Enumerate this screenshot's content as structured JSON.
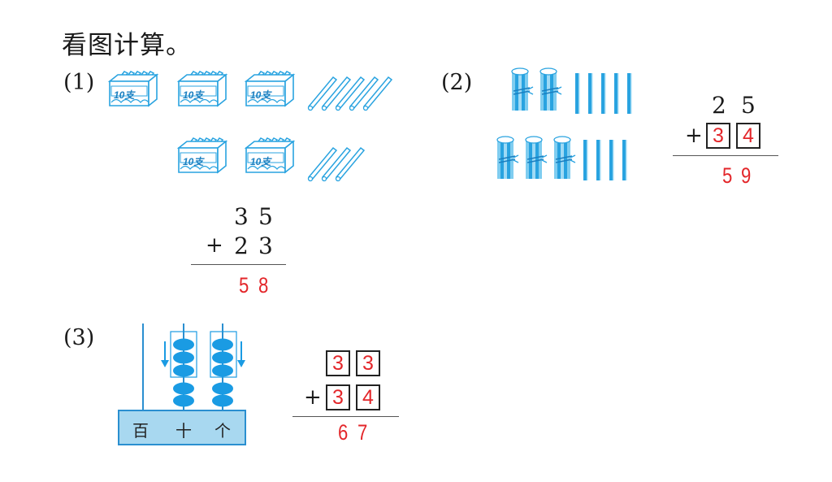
{
  "title": "看图计算。",
  "problems": [
    {
      "label": "(1)",
      "pack_text": "10支",
      "addend1": [
        "3",
        "5"
      ],
      "addend2": [
        "2",
        "3"
      ],
      "operator": "+",
      "answer": [
        "5",
        "8"
      ]
    },
    {
      "label": "(2)",
      "addend1": [
        "2",
        "5"
      ],
      "addend2": [
        "3",
        "4"
      ],
      "operator": "+",
      "answer": [
        "5",
        "9"
      ]
    },
    {
      "label": "(3)",
      "abacus_labels": [
        "百",
        "十",
        "个"
      ],
      "addend1": [
        "3",
        "3"
      ],
      "addend2": [
        "3",
        "4"
      ],
      "operator": "+",
      "answer": [
        "6",
        "7"
      ]
    }
  ],
  "colors": {
    "illustration": "#29a3e0",
    "answer": "#e3262a",
    "abacus_base": "#a8d8f0"
  }
}
